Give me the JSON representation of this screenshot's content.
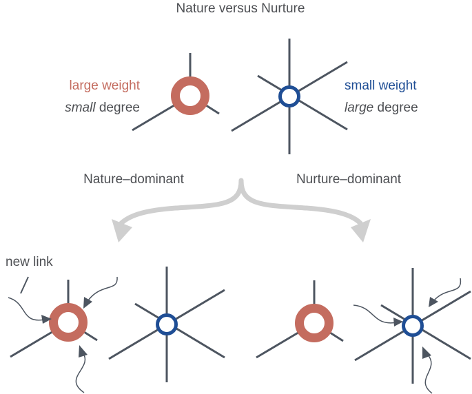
{
  "title": "Nature versus Nurture",
  "left_legend": {
    "line1": "large weight",
    "line2_italic": "small",
    "line2_rest": " degree"
  },
  "right_legend": {
    "line1": "small weight",
    "line2_italic": "large",
    "line2_rest": " degree"
  },
  "left_branch_label": "Nature–dominant",
  "right_branch_label": "Nurture–dominant",
  "new_link_label": "new link",
  "colors": {
    "weight_node": "#c46c5f",
    "degree_node": "#1f4e95",
    "edge": "#4d5560",
    "branch_arrow": "#cfcfcf",
    "text": "#4d4f53"
  }
}
